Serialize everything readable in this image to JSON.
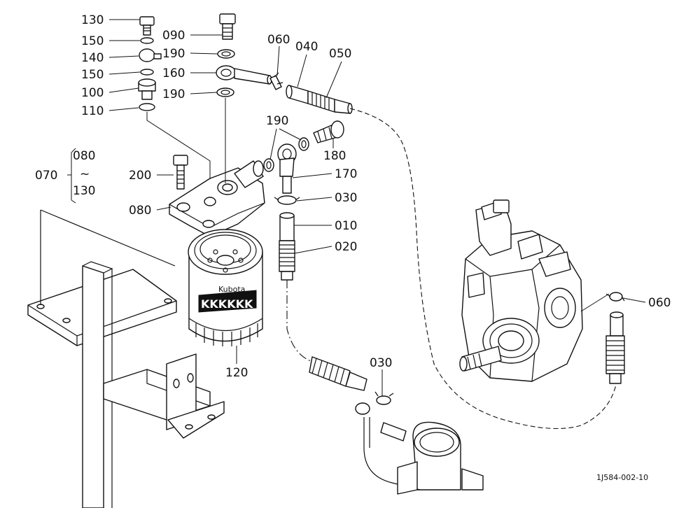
{
  "labels": [
    {
      "id": "130",
      "text": "130"
    },
    {
      "id": "150a",
      "text": "150"
    },
    {
      "id": "140",
      "text": "140"
    },
    {
      "id": "150b",
      "text": "150"
    },
    {
      "id": "100",
      "text": "100"
    },
    {
      "id": "110",
      "text": "110"
    },
    {
      "id": "090",
      "text": "090"
    },
    {
      "id": "190a",
      "text": "190"
    },
    {
      "id": "160",
      "text": "160"
    },
    {
      "id": "190b",
      "text": "190"
    },
    {
      "id": "060a",
      "text": "060"
    },
    {
      "id": "040",
      "text": "040"
    },
    {
      "id": "050",
      "text": "050"
    },
    {
      "id": "190c",
      "text": "190"
    },
    {
      "id": "180",
      "text": "180"
    },
    {
      "id": "170",
      "text": "170"
    },
    {
      "id": "030a",
      "text": "030"
    },
    {
      "id": "010",
      "text": "010"
    },
    {
      "id": "020",
      "text": "020"
    },
    {
      "id": "200",
      "text": "200"
    },
    {
      "id": "080",
      "text": "080"
    },
    {
      "id": "120",
      "text": "120"
    },
    {
      "id": "030b",
      "text": "030"
    },
    {
      "id": "060b",
      "text": "060"
    }
  ],
  "group": {
    "prefix": "070",
    "from": "080",
    "tilde": "~",
    "to": "130"
  },
  "filter_brand": "Kubota",
  "filter_mark": "KKKKKK",
  "drawing_ref": "1J584-002-10"
}
